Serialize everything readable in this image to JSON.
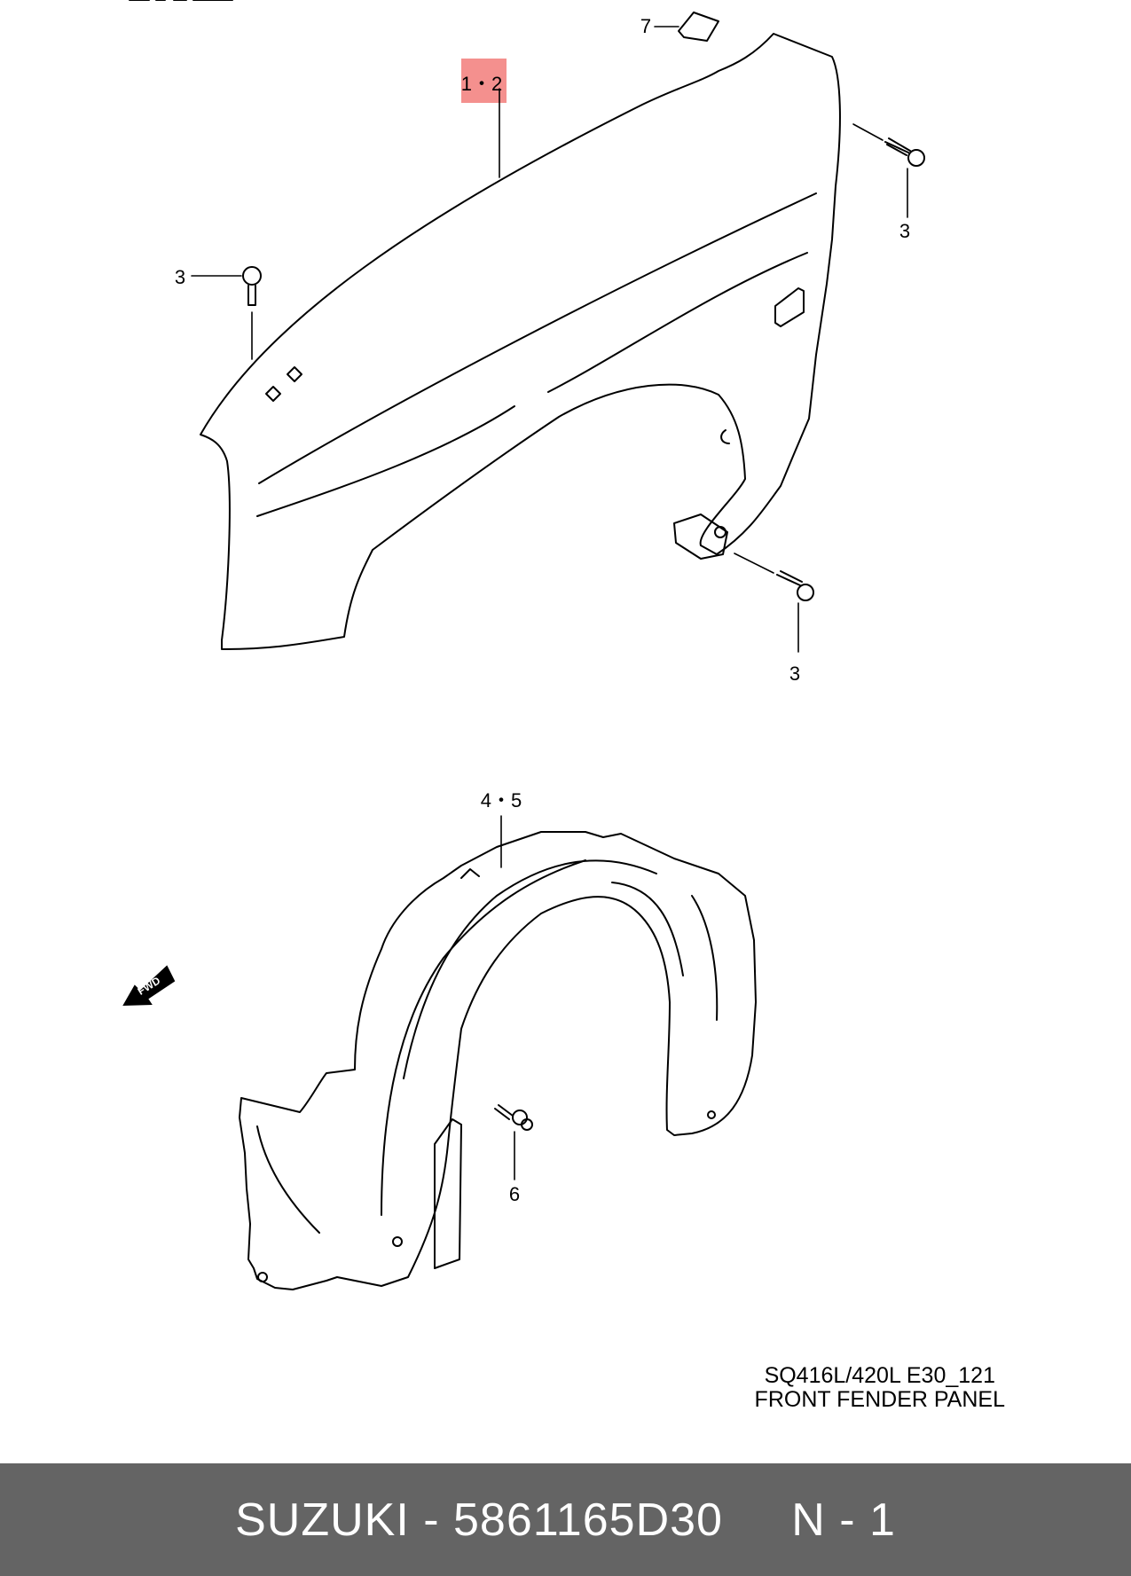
{
  "diagram": {
    "callouts": {
      "fender": "1・2",
      "cap": "7",
      "bolt_top_right": "3",
      "bolt_left": "3",
      "bolt_lower_right": "3",
      "liner": "4・5",
      "clip": "6"
    },
    "fwd_label": "FWD",
    "highlight_color": "#f4908e"
  },
  "caption": {
    "line1": "SQ416L/420L E30_121",
    "line2": "FRONT FENDER PANEL"
  },
  "footer": {
    "brand": "SUZUKI",
    "separator": " - ",
    "part_number": "5861165D30",
    "suffix": "N - 1"
  }
}
